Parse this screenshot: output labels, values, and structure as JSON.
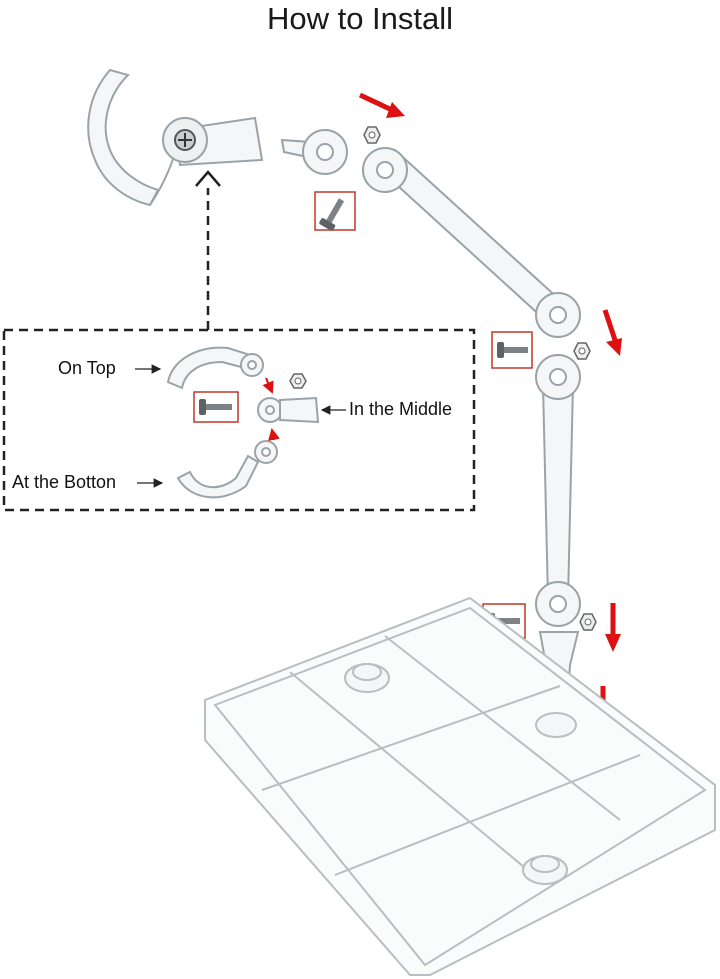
{
  "title": "How to Install",
  "detail_labels": {
    "top": "On Top",
    "middle": "In the Middle",
    "bottom": "At the Botton"
  },
  "colors": {
    "arrow_red": "#dd1111",
    "part_outline": "#9aa3a8",
    "screw_gray": "#6f7478",
    "callout_dash": "#222222",
    "highlight_box": "#c0392b"
  },
  "icons": [
    "red-arrow-icon",
    "screw-icon",
    "hex-nut-icon",
    "dashed-arrow-icon"
  ]
}
